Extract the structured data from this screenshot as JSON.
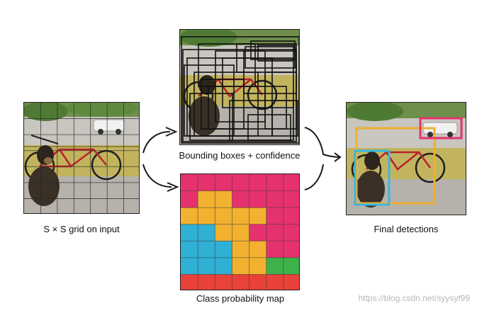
{
  "labels": {
    "input": "S × S grid on input",
    "bboxes": "Bounding boxes + confidence",
    "classmap": "Class probability map",
    "final": "Final detections"
  },
  "watermark": "https://blog.csdn.net/syysyf99",
  "grid_size": 7,
  "colors": {
    "pink": "#e5326e",
    "yellow": "#f2b230",
    "blue": "#2fb0d4",
    "green": "#3db24a",
    "red": "#e8423a",
    "dog_box": "#38b7e0",
    "bike_box": "#f0b030",
    "car_box": "#e6336f"
  },
  "class_map": [
    [
      "pink",
      "pink",
      "pink",
      "pink",
      "pink",
      "pink",
      "pink"
    ],
    [
      "pink",
      "yellow",
      "yellow",
      "pink",
      "pink",
      "pink",
      "pink"
    ],
    [
      "yellow",
      "yellow",
      "yellow",
      "yellow",
      "yellow",
      "pink",
      "pink"
    ],
    [
      "blue",
      "blue",
      "yellow",
      "yellow",
      "pink",
      "pink",
      "pink"
    ],
    [
      "blue",
      "blue",
      "blue",
      "yellow",
      "yellow",
      "pink",
      "pink"
    ],
    [
      "blue",
      "blue",
      "blue",
      "yellow",
      "yellow",
      "green",
      "green"
    ],
    [
      "red",
      "red",
      "red",
      "red",
      "red",
      "red",
      "red"
    ]
  ]
}
